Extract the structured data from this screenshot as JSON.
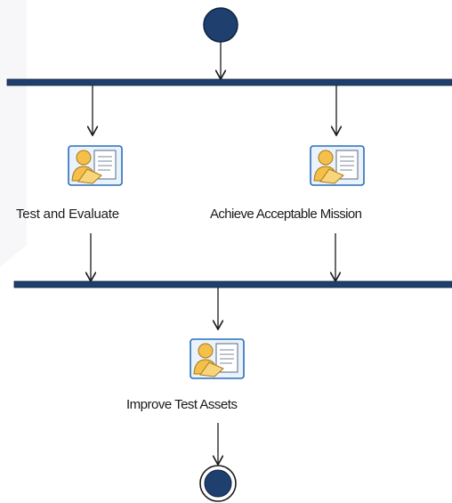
{
  "diagram": {
    "nodes": {
      "start": {
        "kind": "initial-node"
      },
      "fork": {
        "kind": "fork-bar"
      },
      "activity_test": {
        "label": "Test and Evaluate",
        "icon": "person-document-icon"
      },
      "activity_achieve": {
        "label": "Achieve Acceptable Mission",
        "icon": "person-document-icon"
      },
      "join": {
        "kind": "join-bar"
      },
      "activity_improve": {
        "label": "Improve Test Assets",
        "icon": "person-document-icon"
      },
      "end": {
        "kind": "final-node"
      }
    },
    "edges": [
      {
        "from": "start",
        "to": "fork"
      },
      {
        "from": "fork",
        "to": "activity_test"
      },
      {
        "from": "fork",
        "to": "activity_achieve"
      },
      {
        "from": "activity_test",
        "to": "join"
      },
      {
        "from": "activity_achieve",
        "to": "join"
      },
      {
        "from": "join",
        "to": "activity_improve"
      },
      {
        "from": "activity_improve",
        "to": "end"
      }
    ],
    "colors": {
      "node_fill": "#1f3f6e",
      "bar_fill": "#1f3f6e",
      "arrow": "#1a1a1a",
      "icon_person": "#f5c04a",
      "icon_frame": "#2a6db8"
    }
  }
}
